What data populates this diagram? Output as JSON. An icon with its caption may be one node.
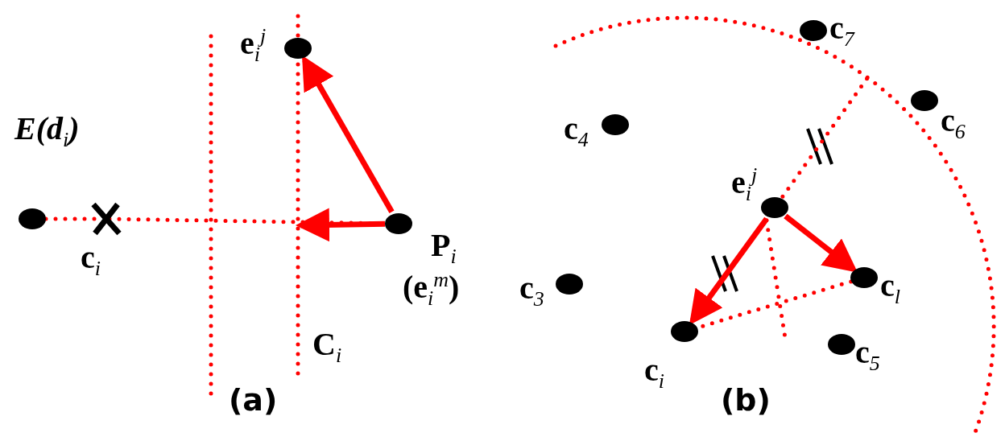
{
  "diagram": {
    "nodes": [
      {
        "text": [
          "E(d$_{i}$)"
        ]
      },
      {
        "text": [
          "c$_{i}$"
        ]
      },
      {
        "text": [
          "e$_{i}$$^{j}$"
        ]
      },
      {
        "text": [
          "P$_{i}$",
          "(e$_{i}$$^{m}$)"
        ]
      },
      {
        "text": [
          "c$_{7}$"
        ]
      },
      {
        "text": [
          "c$_{6}$"
        ]
      },
      {
        "text": [
          "c$_{4}$"
        ]
      },
      {
        "text": [
          "e$_{i}$$^{j}$"
        ]
      },
      {
        "text": [
          "c$_{l}$"
        ]
      },
      {
        "text": [
          "c$_{3}$"
        ]
      },
      {
        "text": [
          "c$_{i}$"
        ]
      },
      {
        "text": [
          "c$_{5}$"
        ]
      }
    ],
    "edges": [
      {
        "from": 3,
        "to": 2,
        "arrow": "to"
      },
      {
        "from": 3,
        "to": null,
        "arrow": "to"
      },
      {
        "from": 0,
        "to": 1,
        "arrow": "none",
        "style": "dashed"
      },
      {
        "from": 1,
        "to": 3,
        "arrow": "none",
        "style": "dashed"
      },
      {
        "from": 7,
        "to": 10,
        "arrow": "to"
      },
      {
        "from": 7,
        "to": 8,
        "arrow": "to"
      },
      {
        "from": 8,
        "to": 10,
        "arrow": "none",
        "style": "dashed"
      },
      {
        "from": 7,
        "to": null,
        "arrow": "none",
        "style": "dashed"
      }
    ],
    "labels": [
      "C$_{i}$",
      "(a)",
      "(b)"
    ]
  }
}
